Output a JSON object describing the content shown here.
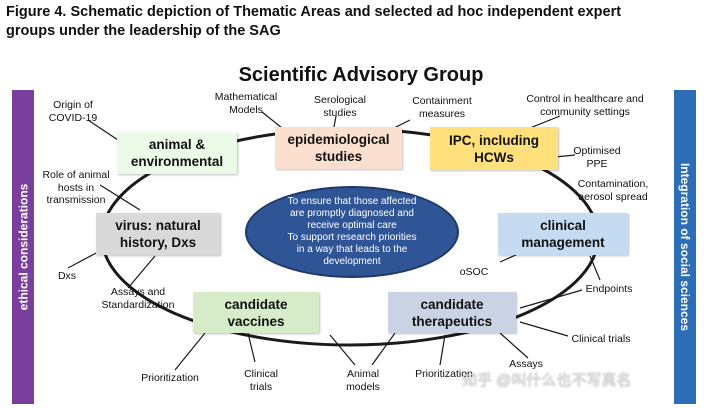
{
  "caption": {
    "line1": "Figure 4. Schematic depiction of Thematic Areas and selected ad hoc independent expert",
    "line2": "groups under the leadership of the SAG"
  },
  "title": "Scientific  Advisory Group",
  "left_bar": "ethical considerations",
  "right_bar": "Integration of social sciences",
  "center": {
    "lines": [
      "To ensure that those affected",
      "are promptly diagnosed and",
      "receive optimal care",
      "To support research priorities",
      "in a way that leads to the",
      "development"
    ]
  },
  "nodes": {
    "animal": {
      "lines": [
        "animal &",
        "environmental"
      ],
      "color": "#ecfbe8"
    },
    "epi": {
      "lines": [
        "epidemiological",
        "studies"
      ],
      "color": "#fbe0cf"
    },
    "ipc": {
      "lines": [
        "IPC, including",
        "HCWs"
      ],
      "color": "#ffe07a"
    },
    "clinical": {
      "lines": [
        "clinical",
        "management"
      ],
      "color": "#c4dbf1"
    },
    "virus": {
      "lines": [
        "virus: natural",
        "history, Dxs"
      ],
      "color": "#d9d9d9"
    },
    "vaccines": {
      "lines": [
        "candidate",
        "vaccines"
      ],
      "color": "#d6ecc8"
    },
    "therapeutics": {
      "lines": [
        "candidate",
        "therapeutics"
      ],
      "color": "#c9d3e3"
    }
  },
  "labels": {
    "origin": [
      "Origin of",
      "COVID-19"
    ],
    "math": [
      "Mathematical",
      "Models"
    ],
    "sero": [
      "Serological",
      "studies"
    ],
    "containment": [
      "Containment",
      "measures"
    ],
    "control": [
      "Control in healthcare and",
      "community settings"
    ],
    "ppe": [
      "Optimised",
      "PPE"
    ],
    "contamination": [
      "Contamination,",
      "aerosol spread"
    ],
    "role": [
      "Role of animal",
      "hosts in",
      "transmission"
    ],
    "dxs": [
      "Dxs"
    ],
    "assays_std": [
      "Assays and",
      "Standardization"
    ],
    "osoc": [
      "oSOC"
    ],
    "endpoints": [
      "Endpoints"
    ],
    "clinical_trials_r": [
      "Clinical trials"
    ],
    "assays": [
      "Assays"
    ],
    "prioritization_l": [
      "Prioritization"
    ],
    "clinical_trials_b": [
      "Clinical",
      "trials"
    ],
    "animal_models": [
      "Animal",
      "models"
    ],
    "prioritization_r": [
      "Prioritization"
    ]
  },
  "watermark": "知乎 @叫什么也不写真名"
}
